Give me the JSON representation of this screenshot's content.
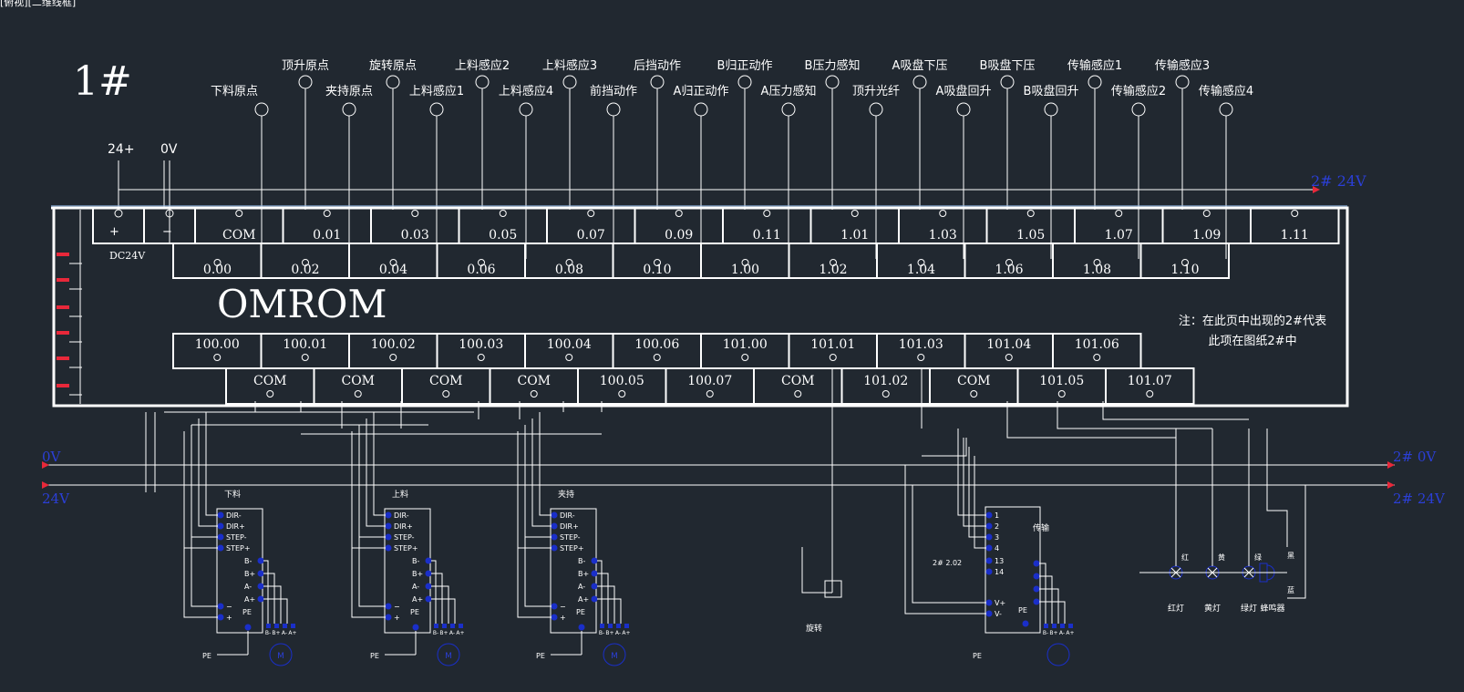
{
  "window": {
    "tab_title": "[俯视][二维线框]"
  },
  "diagram": {
    "board_id": "1#",
    "brand": "OMROM",
    "power": {
      "plus_label": "24+",
      "zero_label": "0V",
      "dc_label": "DC24V",
      "plus_sym": "+",
      "minus_sym": "−"
    },
    "bus_labels": {
      "top_24v": "2# 24V",
      "left_0v": "0V",
      "left_24v": "24V",
      "right_0v": "2# 0V",
      "right_24v": "2# 24V"
    },
    "note": {
      "line1": "注：在此页中出现的2#代表",
      "line2": "此项在图纸2#中"
    },
    "input_top_row": [
      "COM",
      "0.01",
      "0.03",
      "0.05",
      "0.07",
      "0.09",
      "0.11",
      "1.01",
      "1.03",
      "1.05",
      "1.07",
      "1.09",
      "1.11"
    ],
    "input_bottom_row": [
      "0.00",
      "0.02",
      "0.04",
      "0.06",
      "0.08",
      "0.10",
      "1.00",
      "1.02",
      "1.04",
      "1.06",
      "1.08",
      "1.10"
    ],
    "sensor_labels": [
      "下料原点",
      "顶升原点",
      "夹持原点",
      "旋转原点",
      "上料感应1",
      "上料感应2",
      "上料感应4",
      "上料感应3",
      "前挡动作",
      "后挡动作",
      "A归正动作",
      "B归正动作",
      "A压力感知",
      "B压力感知",
      "顶升光纤",
      "A吸盘下压",
      "A吸盘回升",
      "B吸盘下压",
      "B吸盘回升",
      "传输感应1",
      "传输感应2",
      "传输感应3",
      "传输感应4"
    ],
    "output_top_row": [
      "100.00",
      "100.01",
      "100.02",
      "100.03",
      "100.04",
      "100.06",
      "101.00",
      "101.01",
      "101.03",
      "101.04",
      "101.06"
    ],
    "output_bottom_row": [
      "COM",
      "COM",
      "COM",
      "COM",
      "100.05",
      "100.07",
      "COM",
      "101.02",
      "COM",
      "101.05",
      "101.07"
    ],
    "drivers": [
      {
        "title": "下料",
        "pins": [
          "DIR-",
          "DIR+",
          "STEP-",
          "STEP+",
          "B-",
          "B+",
          "A-",
          "A+",
          "−",
          "+",
          "PE"
        ],
        "motor_pins": [
          "B-",
          "B+",
          "A-",
          "A+"
        ],
        "pe": "PE"
      },
      {
        "title": "上料",
        "pins": [
          "DIR-",
          "DIR+",
          "STEP-",
          "STEP+",
          "B-",
          "B+",
          "A-",
          "A+",
          "−",
          "+",
          "PE"
        ],
        "motor_pins": [
          "B-",
          "B+",
          "A-",
          "A+"
        ],
        "pe": "PE"
      },
      {
        "title": "夹持",
        "pins": [
          "DIR-",
          "DIR+",
          "STEP-",
          "STEP+",
          "B-",
          "B+",
          "A-",
          "A+",
          "−",
          "+",
          "PE"
        ],
        "motor_pins": [
          "B-",
          "B+",
          "A-",
          "A+"
        ],
        "pe": "PE"
      }
    ],
    "transfer_driver": {
      "title": "传输",
      "pins": [
        "1",
        "2",
        "3",
        "4",
        "13",
        "14",
        "V+",
        "V-",
        "PE"
      ],
      "side_label": "2# 2.02",
      "motor_pins": [
        "B-",
        "B+",
        "A-",
        "A+"
      ],
      "pe": "PE"
    },
    "rotate_label": "旋转",
    "indicators": [
      {
        "top": "红",
        "bottom": "红灯"
      },
      {
        "top": "黄",
        "bottom": "黄灯"
      },
      {
        "top": "绿",
        "bottom": "绿灯"
      },
      {
        "top": "",
        "bottom": "蜂鸣器"
      }
    ],
    "buzzer_terms": [
      "黑",
      "蓝"
    ]
  },
  "colors": {
    "background": "#212830",
    "wire": "#ffffff",
    "bus_arrow": "#e8283a",
    "bus_label_blue": "#2b3fd6",
    "terminal_blue": "#1a2fc9",
    "plc_marker_red": "#e8283a"
  }
}
